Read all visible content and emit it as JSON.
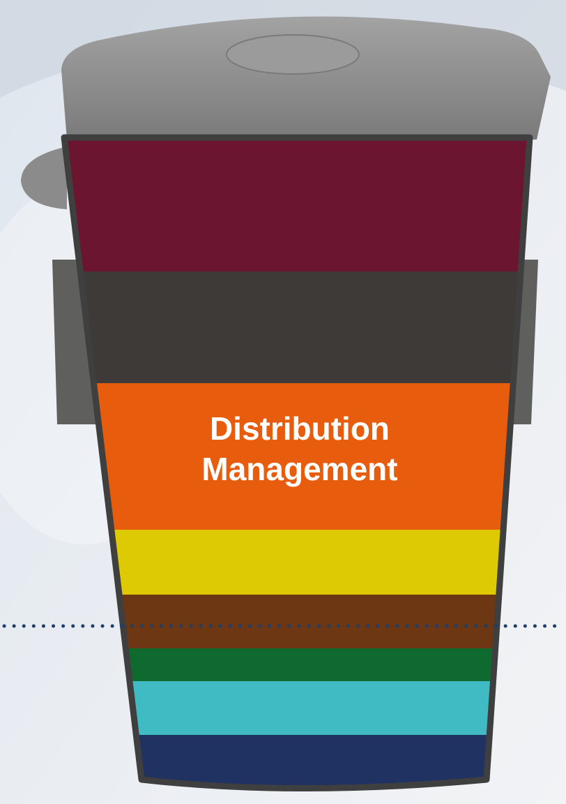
{
  "diagram": {
    "type": "layered-cup",
    "highlighted_layer_label": "Distribution\nManagement",
    "layers": [
      {
        "key": "layer-1",
        "color": "#6b1530"
      },
      {
        "key": "layer-2",
        "color": "#3d3a37"
      },
      {
        "key": "layer-3",
        "color": "#e85c0d",
        "label": "Distribution\nManagement"
      },
      {
        "key": "layer-4",
        "color": "#ddc904"
      },
      {
        "key": "layer-5",
        "color": "#6e3714"
      },
      {
        "key": "layer-6",
        "color": "#0f6a30"
      },
      {
        "key": "layer-7",
        "color": "#40bbc3"
      },
      {
        "key": "layer-8",
        "color": "#1f3262"
      }
    ],
    "colors": {
      "background": "#eef0f3",
      "lid": "#8a8a8a",
      "sleeve": "#5f5f5d",
      "cup_outline": "#3f3f3f",
      "dotted_line": "#1f3f68"
    }
  }
}
